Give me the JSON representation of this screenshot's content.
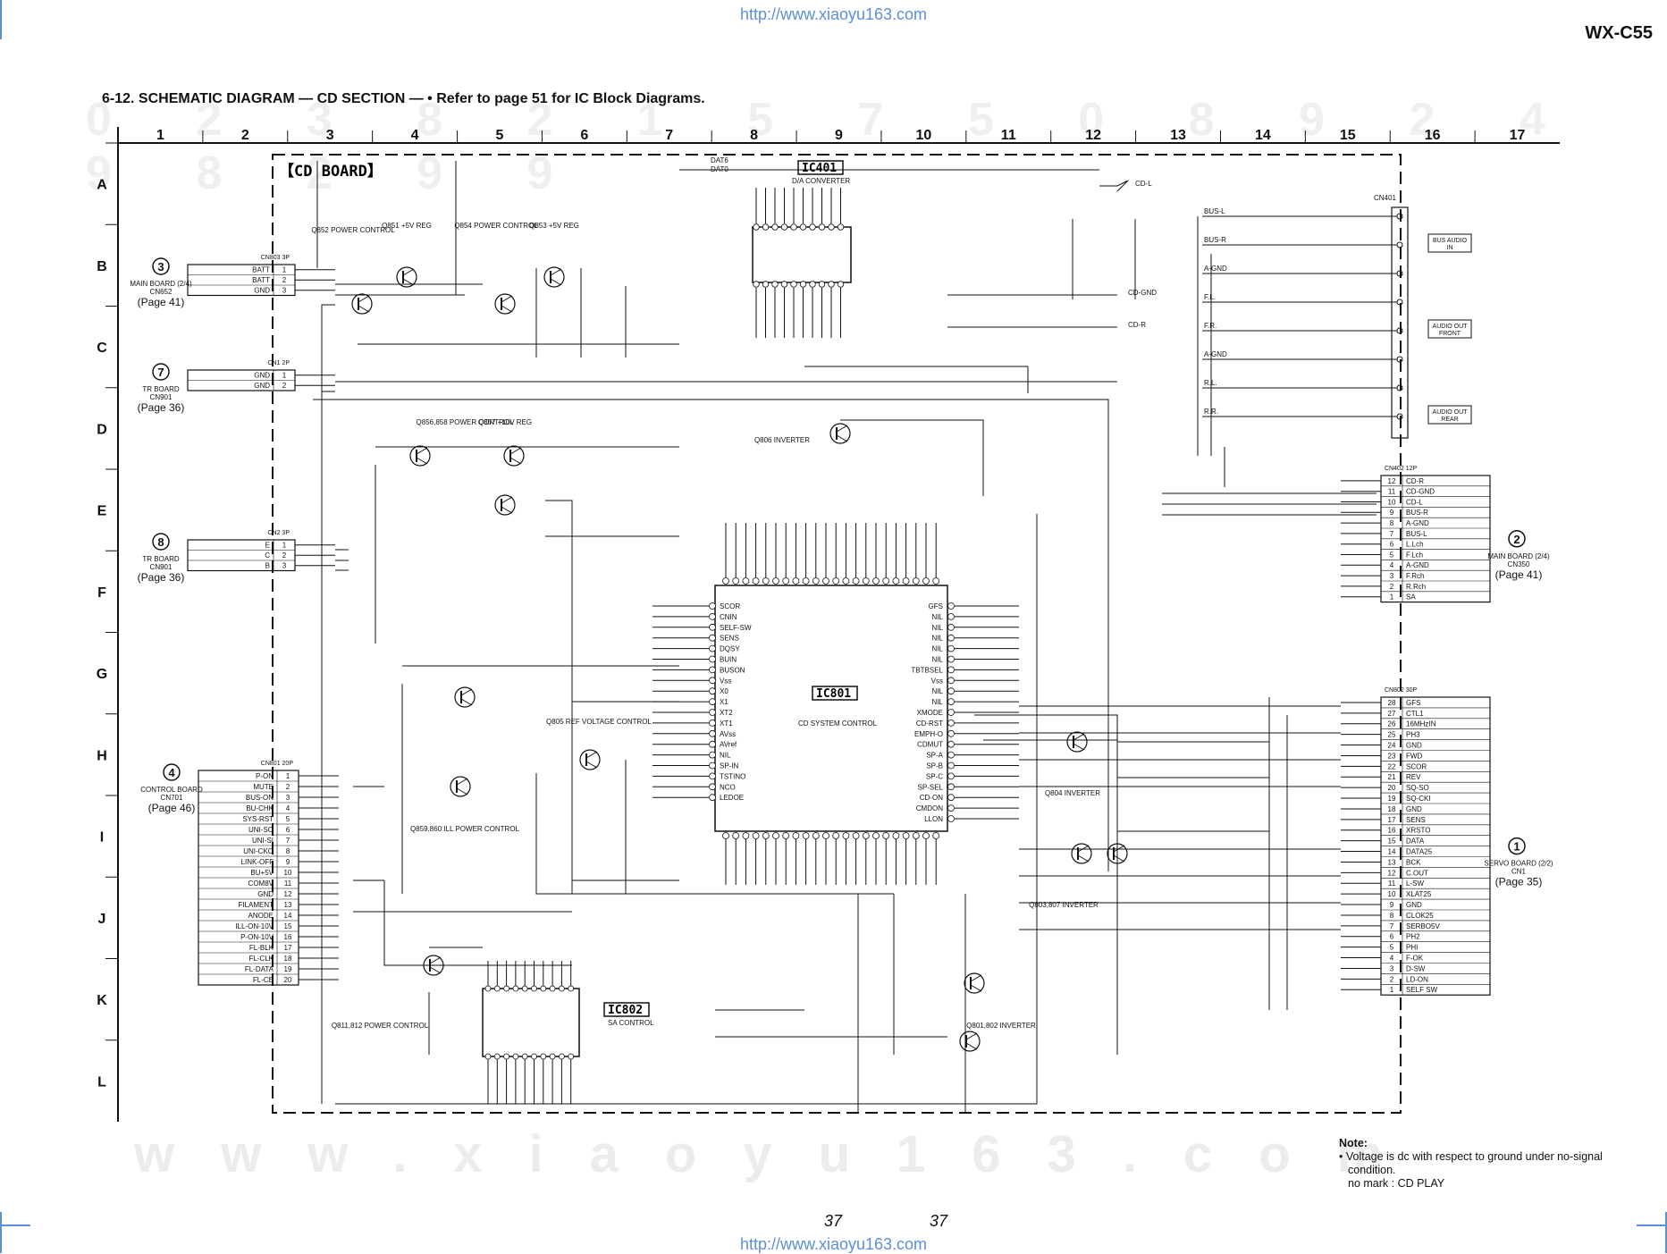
{
  "header": {
    "url_top": "http://www.xiaoyu163.com",
    "model": "WX-C55",
    "title": "6-12. SCHEMATIC DIAGRAM — CD SECTION —  • Refer to page 51 for IC Block Diagrams."
  },
  "footer": {
    "url_bottom": "http://www.xiaoyu163.com",
    "page_left": "37",
    "page_right": "37",
    "watermark": "www.xiaoyu163.com"
  },
  "grid": {
    "columns": [
      "1",
      "2",
      "3",
      "4",
      "5",
      "6",
      "7",
      "8",
      "9",
      "10",
      "11",
      "12",
      "13",
      "14",
      "15",
      "16",
      "17"
    ],
    "rows": [
      "A",
      "B",
      "C",
      "D",
      "E",
      "F",
      "G",
      "H",
      "I",
      "J",
      "K",
      "L"
    ]
  },
  "board": {
    "name": "【CD BOARD】"
  },
  "ics": [
    {
      "ref": "IC401",
      "desc": "D/A CONVERTER"
    },
    {
      "ref": "IC801",
      "desc": "CD SYSTEM CONTROL"
    },
    {
      "ref": "IC802",
      "desc": "SA CONTROL"
    }
  ],
  "left_connectors": [
    {
      "num": "3",
      "board": "MAIN BOARD (2/4)",
      "conn": "CN652",
      "page": "(Page 41)",
      "cn": "CN803 3P",
      "pins": [
        "BATT",
        "BATT",
        "GND"
      ]
    },
    {
      "num": "7",
      "board": "TR BOARD",
      "conn": "CN901",
      "page": "(Page 36)",
      "cn": "CN1 2P",
      "pins": [
        "GND",
        "GND"
      ]
    },
    {
      "num": "8",
      "board": "TR BOARD",
      "conn": "CN901",
      "page": "(Page 36)",
      "cn": "CN2 3P",
      "pins": [
        "E",
        "C",
        "B"
      ]
    },
    {
      "num": "4",
      "board": "CONTROL BOARD",
      "conn": "CN701",
      "page": "(Page 46)",
      "cn": "CN801 20P",
      "pins": [
        "P-ON",
        "MUTE",
        "BUS-ON",
        "BU-CHK",
        "SYS-RST",
        "UNI-SO",
        "UNI-SI",
        "UNI-CKO",
        "LINK-OFF",
        "BU+5V",
        "COM8V",
        "GND",
        "FILAMENT",
        "ANODE",
        "ILL-ON-10V",
        "P-ON-10V",
        "FL-BLK",
        "FL-CLK",
        "FL-DATA",
        "FL-CE"
      ]
    }
  ],
  "right_connectors": [
    {
      "num": "2",
      "board": "MAIN BOARD (2/4)",
      "conn": "CN350",
      "page": "(Page 41)",
      "cn": "CN402 12P",
      "pins": [
        "CD-R",
        "CD-GND",
        "CD-L",
        "BUS-R",
        "A-GND",
        "BUS-L",
        "L.Lch",
        "F.Lch",
        "A-GND",
        "F.Rch",
        "R.Rch",
        "SA"
      ]
    },
    {
      "num": "1",
      "board": "SERVO BOARD (2/2)",
      "conn": "CN1",
      "page": "(Page 35)",
      "cn": "CN802 30P",
      "pins": [
        "GFS",
        "CTL1",
        "16MHzIN",
        "PH3",
        "GND",
        "FWD",
        "SCOR",
        "REV",
        "SQ-SO",
        "SQ-CKI",
        "GND",
        "SENS",
        "XRSTO",
        "DATA",
        "DATA25",
        "BCK",
        "C.OUT",
        "L-SW",
        "XLAT25",
        "GND",
        "CLOK25",
        "SERBO5V",
        "PH2",
        "PHI",
        "F-OK",
        "D-SW",
        "LD-ON",
        "SELF SW"
      ]
    }
  ],
  "audio_out": {
    "cn": "CN401",
    "groups": [
      "BUS AUDIO IN",
      "AUDIO OUT FRONT",
      "AUDIO OUT REAR"
    ],
    "lines": [
      "BUS-L",
      "BUS-R",
      "A-GND",
      "F.L.",
      "F.R.",
      "A-GND",
      "R.L.",
      "R.R."
    ]
  },
  "signals": {
    "top": [
      "DAT6",
      "DAT0",
      "CD-L",
      "CD-GND",
      "CD-R"
    ],
    "ic801_left": [
      "SCOR",
      "CNIN",
      "SELF-SW",
      "SENS",
      "DQSY",
      "BUIN",
      "BUSON",
      "Vss",
      "X0",
      "X1",
      "XT2",
      "XT1",
      "AVss",
      "AVref",
      "NIL",
      "SP-IN",
      "TSTINO",
      "NCO",
      "LEDOE"
    ],
    "ic801_right": [
      "GFS",
      "NIL",
      "NIL",
      "NIL",
      "NIL",
      "NIL",
      "TBTBSEL",
      "Vss",
      "NIL",
      "NIL",
      "XMODE",
      "CD-RST",
      "EMPH-O",
      "CDMUT",
      "SP-A",
      "SP-B",
      "SP-C",
      "SP-SEL",
      "CD-ON",
      "CMDON",
      "LLON"
    ],
    "transistor_notes": [
      "Q852 POWER CONTROL",
      "Q851 +5V REG",
      "Q854 POWER CONTROL",
      "Q853 +5V REG",
      "Q856,858 POWER CONTROL",
      "Q857 +10V REG",
      "Q806 INVERTER",
      "Q805 REF VOLTAGE CONTROL",
      "Q859,860 ILL POWER CONTROL",
      "Q811,812 POWER CONTROL",
      "Q801,802 INVERTER",
      "Q803,807 INVERTER",
      "Q804 INVERTER"
    ]
  },
  "note": {
    "heading": "Note:",
    "line1": "• Voltage is dc with respect to ground under no-signal",
    "line2": "condition.",
    "line3": "no mark : CD PLAY"
  },
  "colors": {
    "line": "#111111",
    "url": "#5b8fd6"
  }
}
